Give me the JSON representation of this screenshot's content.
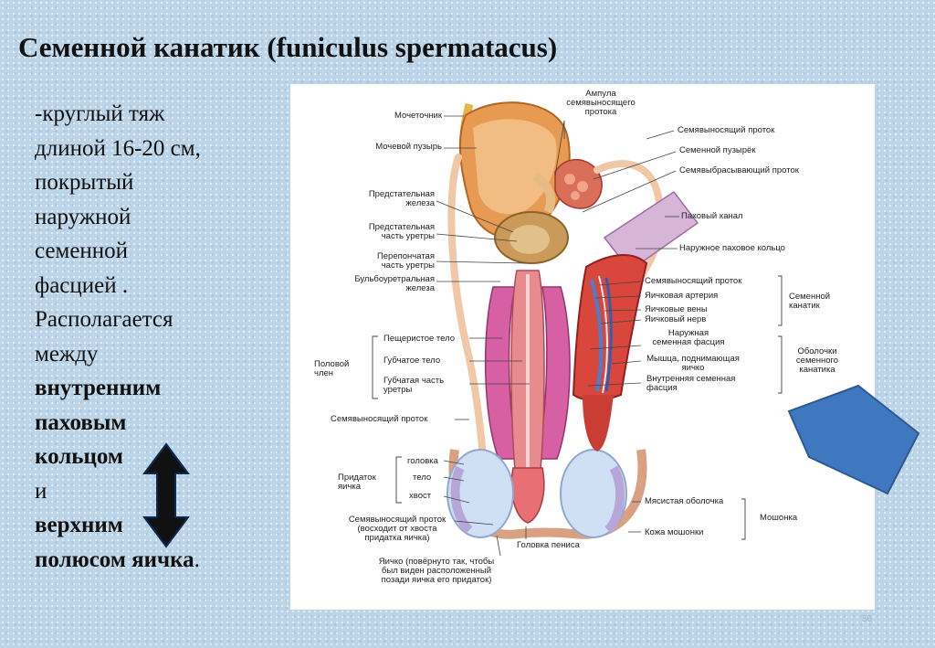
{
  "slide": {
    "title": "Семенной канатик  (funiculus spermatacus)",
    "text_lines": [
      "-круглый тяж",
      "длиной 16-20 см,",
      "покрытый",
      "наружной",
      "семенной",
      "фасцией .",
      "Располагается",
      "между"
    ],
    "bold_lines": [
      "внутренним",
      "паховым",
      "кольцом"
    ],
    "and_line": "и",
    "bold_lines_2": [
      "верхним"
    ],
    "last_bold": "полюсом яичка",
    "last_tail": ".",
    "page_number": "56"
  },
  "figure": {
    "labels": {
      "ureter": "Мочеточник",
      "bladder": "Мочевой пузырь",
      "ampulla": "Ампула\nсемявыносящего\nпротока",
      "ductus_deferens_top": "Семявыносящий проток",
      "seminal_vesicle": "Семенной пузырёк",
      "ejaculatory_duct": "Семявыбрасывающий проток",
      "prostate": "Предстательная\nжелеза",
      "prostatic_urethra": "Предстательная\nчасть уретры",
      "inguinal_canal": "Паховый канал",
      "external_ring": "Наружное паховое кольцо",
      "membranous_urethra": "Перепончатая\nчасть уретры",
      "bulbourethral": "Бульбоуретральная\nжелеза",
      "cord_ductus": "Семявыносящий проток",
      "testicular_artery": "Яичковая артерия",
      "testicular_veins": "Яичковые вены",
      "testicular_nerve": "Яичковый нерв",
      "cord_group": "Семенной\nканатик",
      "external_fascia": "Наружная\nсеменная фасция",
      "cremaster": "Мышца, поднимающая\nяичко",
      "internal_fascia": "Внутренняя семенная\nфасция",
      "coverings_group": "Оболочки\nсеменного\nканатика",
      "penis_group": "Половой\nчлен",
      "cavernous_body": "Пещеристое тело",
      "spongy_body": "Губчатое тело",
      "spongy_urethra": "Губчатая часть\nуретры",
      "ductus_lower": "Семявыносящий проток",
      "epididymis_group": "Придаток\nяичка",
      "head": "головка",
      "body": "тело",
      "tail": "хвост",
      "dartos": "Мясистая оболочка",
      "scrotum_group": "Мошонка",
      "scrotum_skin": "Кожа мошонки",
      "ductus_from_tail": "Семявыносящий проток\n(восходит от хвоста\nпридатка яичка)",
      "glans": "Головка пениса",
      "testis_note": "Яичко (повёрнуто так, чтобы\nбыл виден расположенный\nпозади яичка его придаток)"
    }
  },
  "colors": {
    "arrow": "#111111",
    "pentagon": "#3f78bf",
    "pentagon_border": "#2c5a92"
  }
}
